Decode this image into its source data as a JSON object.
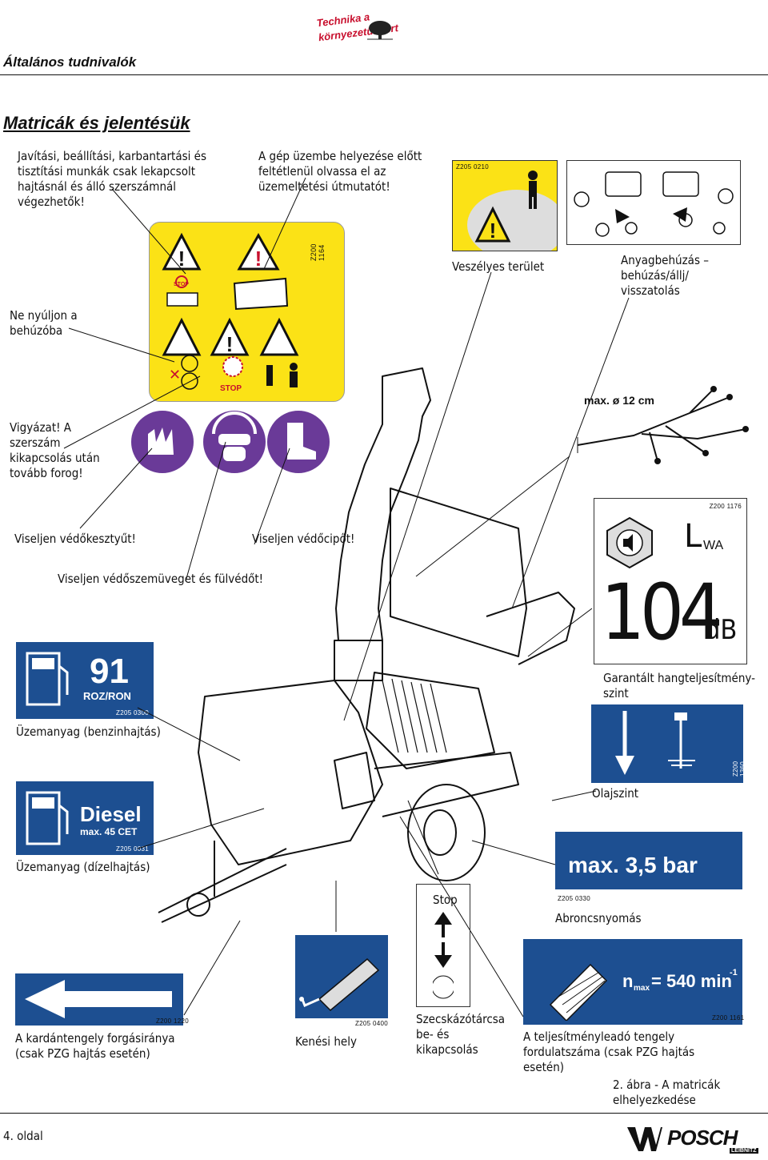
{
  "header": {
    "brand_slogan": "Technika a környezetünkért",
    "section": "Általános tudnivalók"
  },
  "page_title": "Matricák és jelentésük",
  "captions": {
    "maintenance_warning": "Javítási, beállítási, karbantartási és tisztítási munkák csak lekapcsolt hajtásnál és álló szerszámnál végezhetők!",
    "read_manual": "A gép üzembe helyezése előtt feltétlenül olvassa el az üzemeltetési útmutatót!",
    "no_reach": "Ne nyúljon a behúzóba",
    "tool_rotates": "Vigyázat! A szerszám kikapcsolás után tovább forog!",
    "danger_zone": "Veszélyes terület",
    "feed_control": "Anyagbehúzás – behúzás/állj/ visszatolás",
    "gloves": "Viseljen védőkesztyűt!",
    "goggles": "Viseljen védőszemüveget és fülvédőt!",
    "boots": "Viseljen védőcipőt!",
    "sound_level": "Garantált hangteljesítmény-szint",
    "fuel_petrol": "Üzemanyag (benzinhajtás)",
    "fuel_diesel": "Üzemanyag (dízelhajtás)",
    "oil_level": "Olajszint",
    "tyre_pressure": "Abroncsnyomás",
    "stop": "Stop",
    "pto_direction": "A kardántengely forgásiránya (csak PZG hajtás esetén)",
    "grease_point": "Kenési hely",
    "disc_switch": "Szecskázótárcsa be- és kikapcsolás",
    "pto_speed": "A teljesítményleadó tengely fordulatszáma (csak PZG hajtás esetén)",
    "figure": "2. ábra - A matricák elhelyezkedése"
  },
  "decals": {
    "yellow_code": "Z200 1164",
    "danger_code": "Z205 0210",
    "sound_code": "Z200 1176",
    "sound_label": "L",
    "sound_sub": "WA",
    "sound_value": "104",
    "sound_unit": "dB",
    "petrol_value": "91",
    "petrol_label": "ROZ/RON",
    "petrol_code": "Z205 0300",
    "diesel_label": "Diesel",
    "diesel_sub": "max. 45 CET",
    "diesel_code": "Z205 0031",
    "oil_code": "Z200 1360",
    "tyre_value": "max. 3,5 bar",
    "tyre_code": "Z205 0330",
    "pto_code": "Z200 1220",
    "grease_code": "Z205 0400",
    "speed_n": "n",
    "speed_sub": "max",
    "speed_value": "= 540 min",
    "speed_sup": "-1",
    "speed_code": "Z200 1161",
    "branch_max": "max. ø 12 cm",
    "stop_word_1": "STOP",
    "stop_word_2": "STOP"
  },
  "footer": {
    "page": "4. oldal",
    "brand": "POSCH",
    "brand_sub": "LEIBNITZ"
  },
  "colors": {
    "decal_blue": "#1d4f91",
    "decal_yellow": "#fbe216",
    "ppe_purple": "#6a3a98",
    "warning_red": "#c8102e"
  }
}
